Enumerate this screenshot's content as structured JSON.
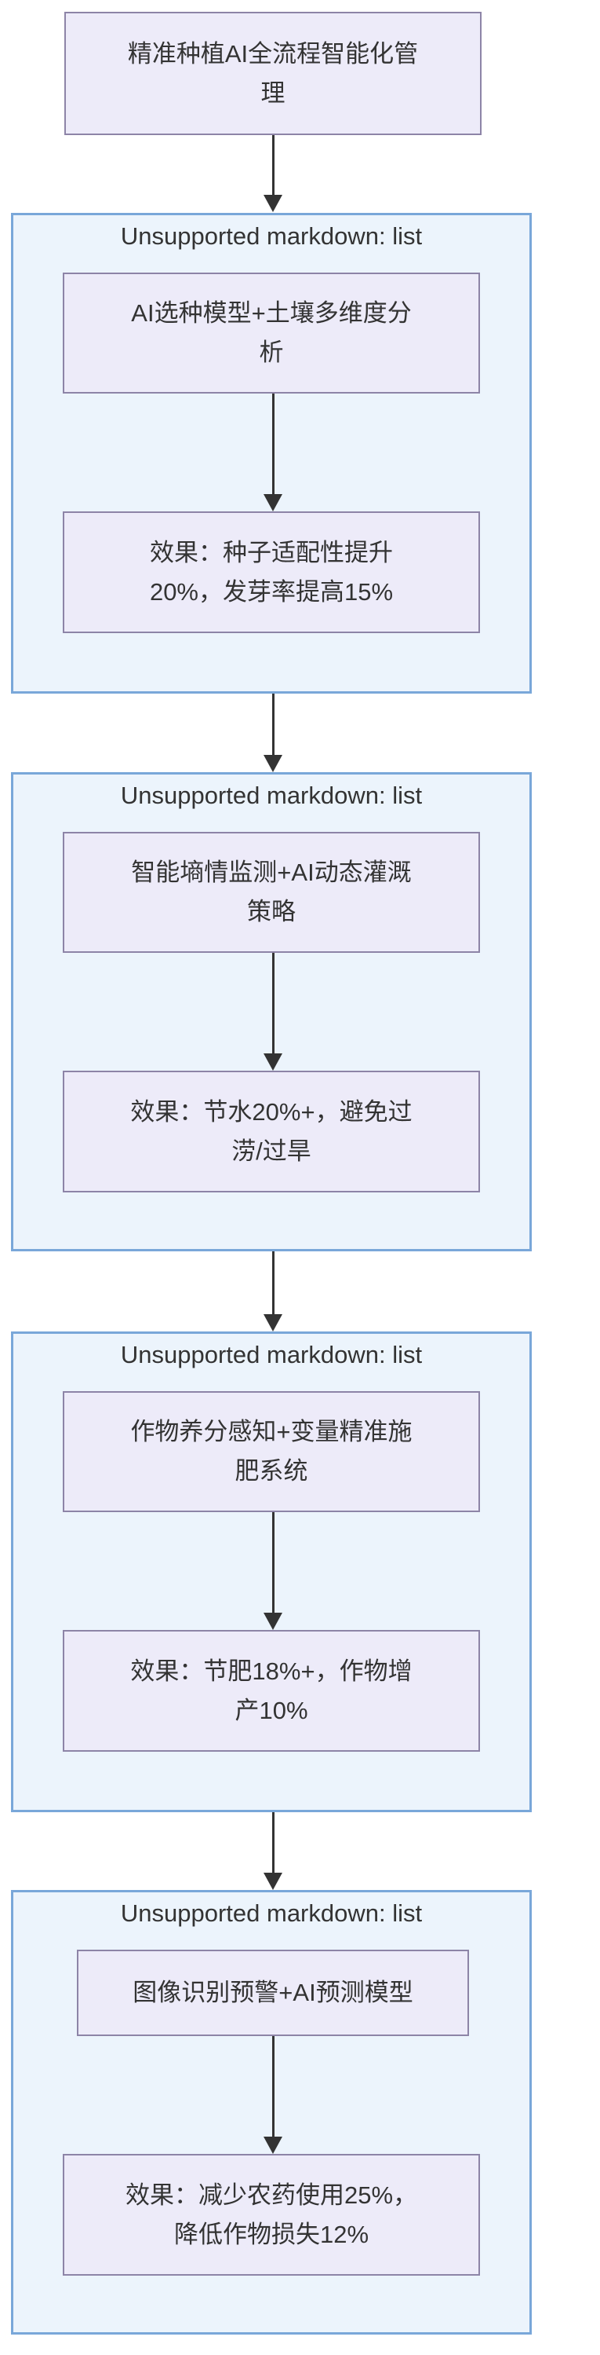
{
  "diagram": {
    "root": {
      "text": "精准种植AI全流程智能化管理",
      "lines": [
        "精准种植AI全流程智能化管",
        "理"
      ]
    },
    "groups": [
      {
        "header": "Unsupported markdown: list",
        "step": {
          "text": "AI选种模型+土壤多维度分析",
          "lines": [
            "AI选种模型+土壤多维度分",
            "析"
          ]
        },
        "effect": {
          "text": "效果：种子适配性提升20%，发芽率提高15%",
          "lines": [
            "效果：种子适配性提升",
            "20%，发芽率提高15%"
          ]
        }
      },
      {
        "header": "Unsupported markdown: list",
        "step": {
          "text": "智能墒情监测+AI动态灌溉策略",
          "lines": [
            "智能墒情监测+AI动态灌溉",
            "策略"
          ]
        },
        "effect": {
          "text": "效果：节水20%+，避免过涝/过旱",
          "lines": [
            "效果：节水20%+，避免过",
            "涝/过旱"
          ]
        }
      },
      {
        "header": "Unsupported markdown: list",
        "step": {
          "text": "作物养分感知+变量精准施肥系统",
          "lines": [
            "作物养分感知+变量精准施",
            "肥系统"
          ]
        },
        "effect": {
          "text": "效果：节肥18%+，作物增产10%",
          "lines": [
            "效果：节肥18%+，作物增",
            "产10%"
          ]
        }
      },
      {
        "header": "Unsupported markdown: list",
        "step": {
          "text": "图像识别预警+AI预测模型",
          "lines": [
            "图像识别预警+AI预测模型"
          ]
        },
        "effect": {
          "text": "效果：减少农药使用25%，降低作物损失12%",
          "lines": [
            "效果：减少农药使用25%，",
            "降低作物损失12%"
          ]
        }
      }
    ],
    "colors": {
      "background": "#ffffff",
      "cluster_fill": "#ecf4fc",
      "cluster_border": "#79a7d9",
      "node_fill": "#edebf9",
      "node_border": "#8d84a7",
      "arrow": "#333333",
      "text": "#333333"
    }
  }
}
